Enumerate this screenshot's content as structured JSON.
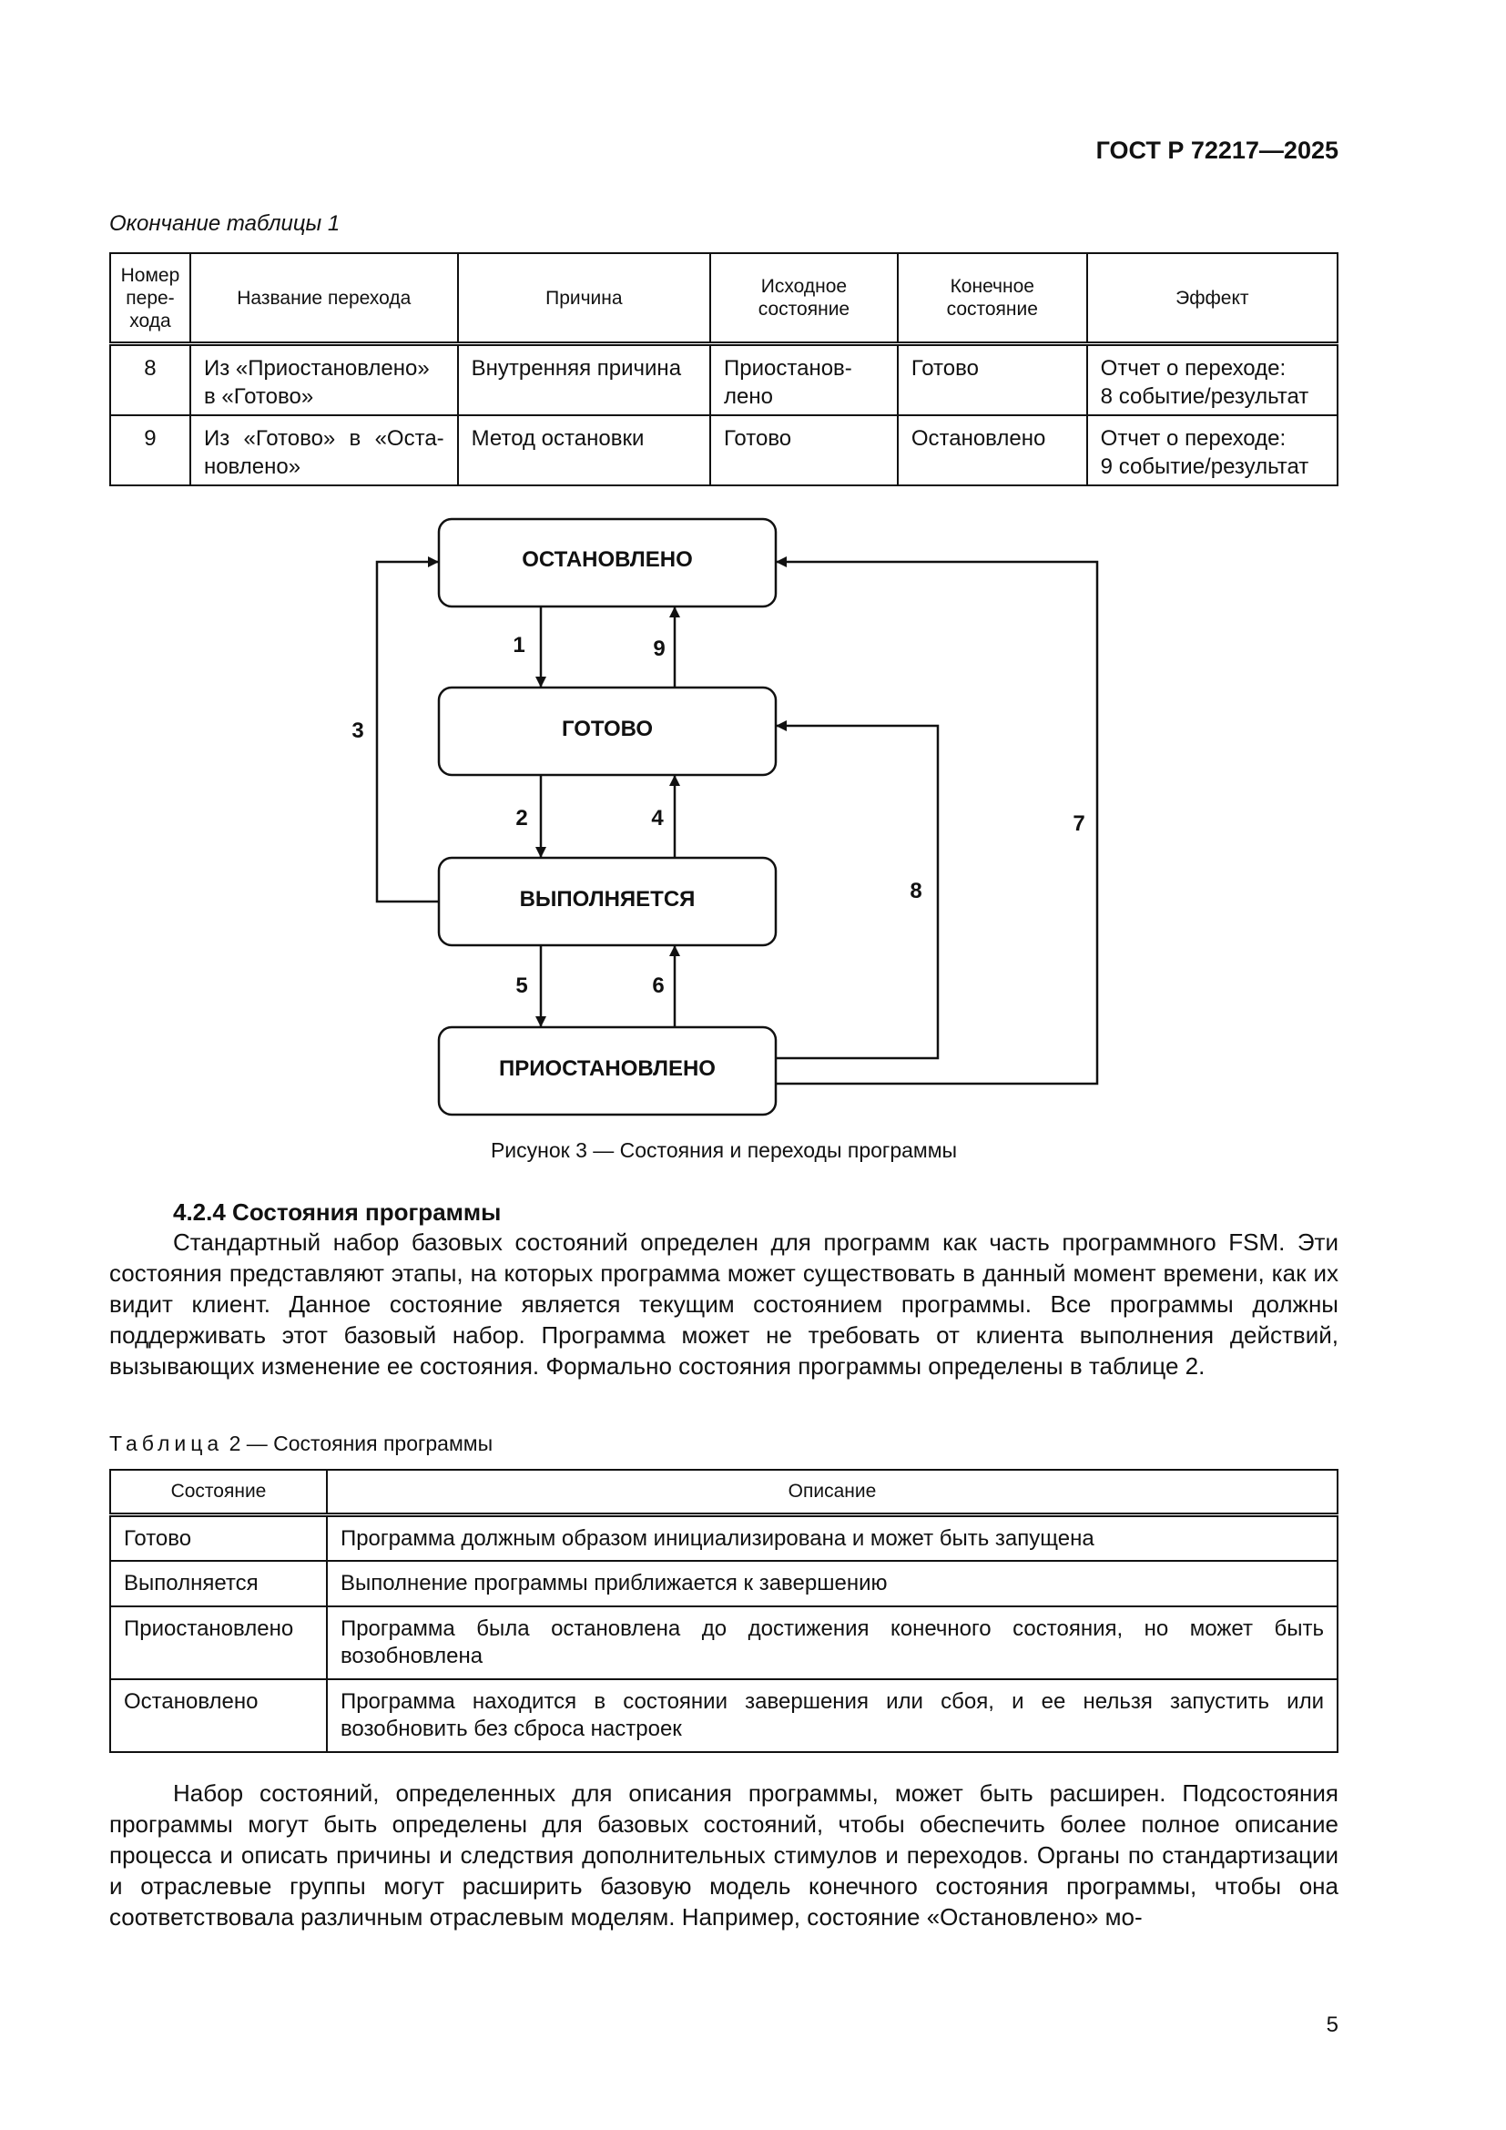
{
  "header": {
    "doc_code": "ГОСТ Р 72217—2025"
  },
  "table1": {
    "continuation_caption": "Окончание таблицы 1",
    "columns": [
      "Номер пере-хода",
      "Название перехода",
      "Причина",
      "Исходное состояние",
      "Конечное состояние",
      "Эффект"
    ],
    "col_num_lines": [
      "Номер",
      "пере-",
      "хода"
    ],
    "col_src_lines": [
      "Исходное",
      "состояние"
    ],
    "col_dst_lines": [
      "Конечное",
      "состояние"
    ],
    "rows": [
      {
        "num": "8",
        "name_l1": "Из «Приостановлено»",
        "name_l2": "в «Готово»",
        "cause": "Внутренняя причина",
        "src_l1": "Приостанов-",
        "src_l2": "лено",
        "dst": "Готово",
        "effect_l1": "Отчет о переходе:",
        "effect_l2": "8 событие/результат"
      },
      {
        "num": "9",
        "name_l1": "Из «Готово» в «Оста-",
        "name_l2": "новлено»",
        "cause": "Метод остановки",
        "src_l1": "Готово",
        "src_l2": "",
        "dst": "Остановлено",
        "effect_l1": "Отчет о переходе:",
        "effect_l2": "9 событие/результат"
      }
    ]
  },
  "diagram": {
    "states": [
      "ОСТАНОВЛЕНО",
      "ГОТОВО",
      "ВЫПОЛНЯЕТСЯ",
      "ПРИОСТАНОВЛЕНО"
    ],
    "transitions": [
      "1",
      "2",
      "3",
      "4",
      "5",
      "6",
      "7",
      "8",
      "9"
    ]
  },
  "figure_caption": "Рисунок 3 — Состояния и переходы программы",
  "section": {
    "title": "4.2.4 Состояния программы",
    "paragraph": "Стандартный набор базовых состояний определен для программ как часть программного FSM. Эти состояния представляют этапы, на которых программа может существовать в данный момент времени, как их видит клиент. Данное состояние является текущим состоянием программы. Все программы должны поддерживать этот базовый набор. Программа может не требовать от клиента выполнения действий, вызывающих изменение ее состояния. Формально состояния программы определены в таблице 2."
  },
  "table2": {
    "caption_word": "Таблица",
    "caption_rest": "2 — Состояния программы",
    "columns": [
      "Состояние",
      "Описание"
    ],
    "rows": [
      {
        "state": "Готово",
        "desc": "Программа должным образом инициализирована и может быть запущена"
      },
      {
        "state": "Выполняется",
        "desc": "Выполнение программы приближается к завершению"
      },
      {
        "state": "Приостановлено",
        "desc": "Программа была остановлена до достижения конечного состояния, но может быть возобновлена"
      },
      {
        "state": "Остановлено",
        "desc": "Программа находится в состоянии завершения или сбоя, и ее нельзя запустить или возобновить без сброса настроек"
      }
    ]
  },
  "closing_paragraph": "Набор состояний, определенных для описания программы, может быть расширен. Подсостояния программы могут быть определены для базовых состояний, чтобы обеспечить более полное описание процесса и описать причины и следствия дополнительных стимулов и переходов. Органы по стандартизации и отраслевые группы могут расширить базовую модель конечного состояния программы, чтобы она соответствовала различным отраслевым моделям. Например, состояние «Остановлено» мо-",
  "page_number": "5"
}
